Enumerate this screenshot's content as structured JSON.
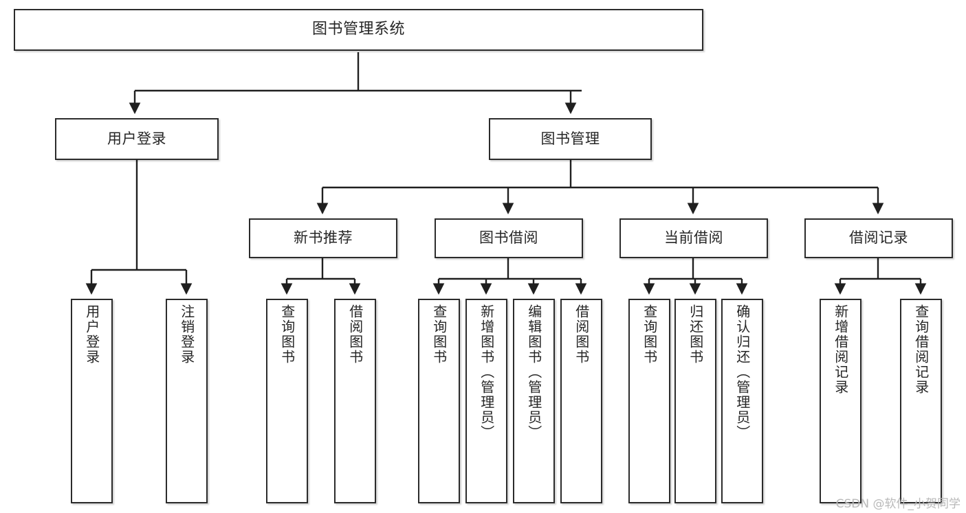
{
  "diagram": {
    "title": "图书管理系统",
    "type": "tree-hierarchy-chart",
    "orientation": "top-down",
    "colors": {
      "node_border": "#2b2b2b",
      "node_fill": "#ffffff",
      "edge": "#1f1f1f",
      "text": "#262626",
      "watermark": "#b9b9b9"
    },
    "root": {
      "label": "图书管理系统"
    },
    "level2": [
      {
        "label": "用户登录"
      },
      {
        "label": "图书管理"
      }
    ],
    "level3": [
      {
        "label": "新书推荐"
      },
      {
        "label": "图书借阅"
      },
      {
        "label": "当前借阅"
      },
      {
        "label": "借阅记录"
      }
    ],
    "leaves": {
      "user_login": [
        {
          "label": "用户登录"
        },
        {
          "label": "注销登录"
        }
      ],
      "new_book_recommend": [
        {
          "label": "查询图书"
        },
        {
          "label": "借阅图书"
        }
      ],
      "book_borrow": [
        {
          "label": "查询图书"
        },
        {
          "label": "新增图书（管理员）"
        },
        {
          "label": "编辑图书（管理员）"
        },
        {
          "label": "借阅图书"
        }
      ],
      "current_borrow": [
        {
          "label": "查询图书"
        },
        {
          "label": "归还图书"
        },
        {
          "label": "确认归还（管理员）"
        }
      ],
      "borrow_record": [
        {
          "label": "新增借阅记录"
        },
        {
          "label": "查询借阅记录"
        }
      ]
    }
  },
  "watermark": {
    "text": "CSDN @软件_小贺同学"
  }
}
